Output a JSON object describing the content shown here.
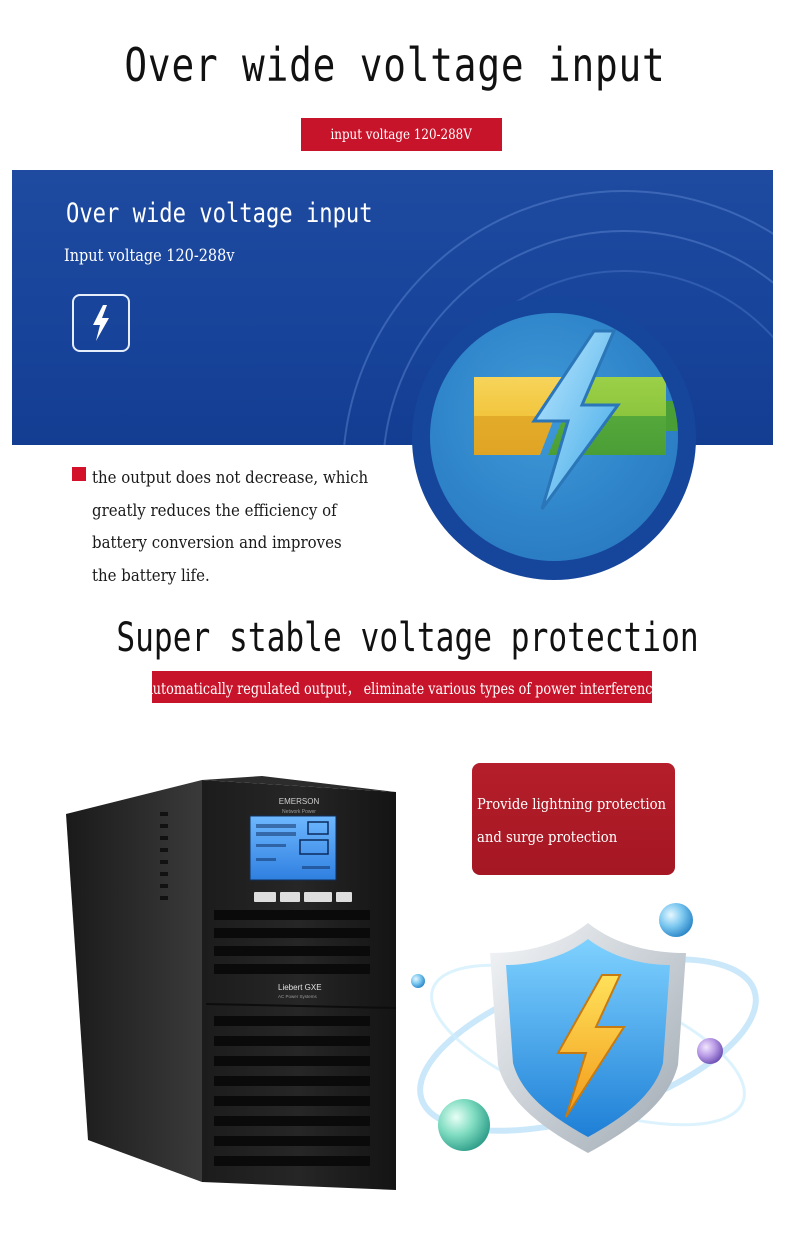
{
  "section1": {
    "title": "Over wide voltage input",
    "tag": "input voltage 120-288V",
    "banner": {
      "title": "Over wide voltage input",
      "subtitle": "Input voltage 120-288v",
      "icon": "lightning-bolt-icon"
    },
    "description": "the output does not decrease, which\ngreatly reduces the efficiency of\nbattery conversion and improves\nthe battery life."
  },
  "section2": {
    "title": "Super stable voltage protection",
    "tag": "Automatically regulated output， eliminate various types of power interference",
    "protection_box": "Provide lightning protection\nand surge protection"
  },
  "product": {
    "brand": "EMERSON",
    "brand_sub": "Network Power",
    "model": "Liebert GXE",
    "model_sub": "AC Power Systems"
  },
  "colors": {
    "accent_red": "#c8142a",
    "banner_blue": "#1a47a0",
    "circle_blue": "#2f84c9",
    "battery_yellow": "#f2c53d",
    "battery_green": "#8cc63e"
  }
}
